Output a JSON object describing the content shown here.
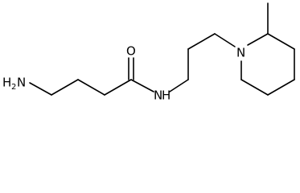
{
  "molecule": {
    "atoms": {
      "amine": {
        "element": "H",
        "subscript": "2",
        "tail": "N"
      },
      "carbonyl_oxygen": {
        "element": "O"
      },
      "amide_nitrogen": {
        "element": "N",
        "hydrogen": "H"
      },
      "ring_nitrogen": {
        "element": "N"
      }
    }
  },
  "colors": {
    "bond": "#000000",
    "label": "#000000",
    "background": "#ffffff"
  }
}
